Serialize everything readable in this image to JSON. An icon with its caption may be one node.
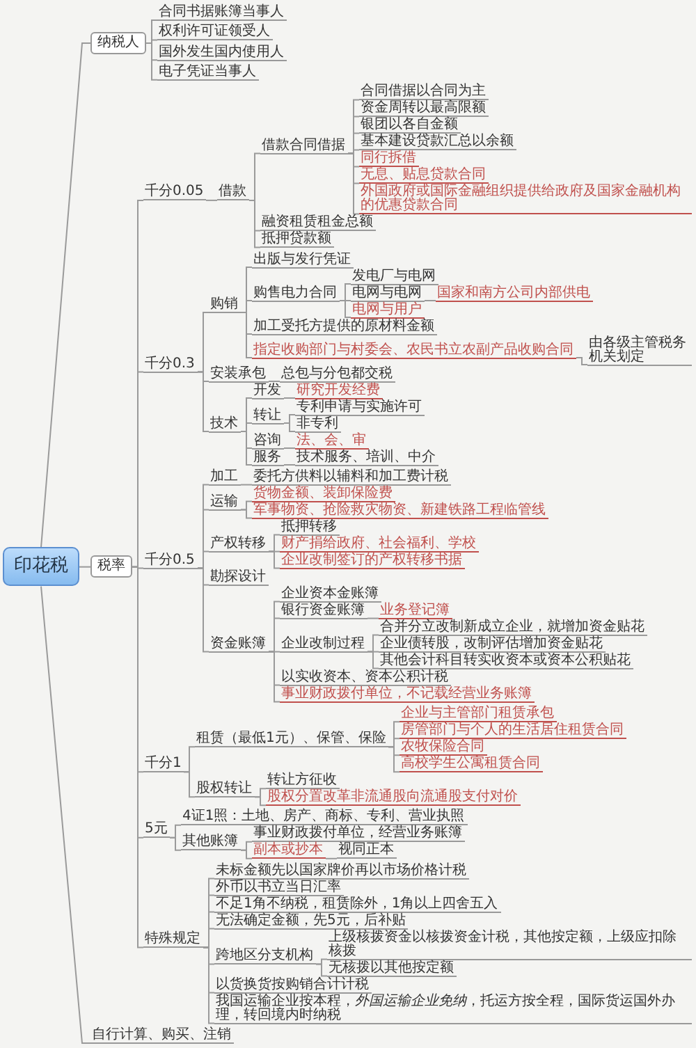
{
  "diagram": {
    "nodes": [
      {
        "text": [
          "印花税"
        ]
      },
      {
        "text": [
          "纳税人"
        ]
      },
      {
        "text": [
          "合同书据账簿当事人"
        ]
      },
      {
        "text": [
          "权利许可证领受人"
        ]
      },
      {
        "text": [
          "国外发生国内使用人"
        ]
      },
      {
        "text": [
          "电子凭证当事人"
        ]
      },
      {
        "text": [
          "税率"
        ]
      },
      {
        "text": [
          "千分0.05"
        ]
      },
      {
        "text": [
          "借款"
        ]
      },
      {
        "text": [
          "借款合同借据"
        ]
      },
      {
        "text": [
          "合同借据以合同为主"
        ]
      },
      {
        "text": [
          "资金周转以最高限额"
        ]
      },
      {
        "text": [
          "银团以各自金额"
        ]
      },
      {
        "text": [
          "基本建设贷款汇总以余额"
        ]
      },
      {
        "text": [
          "同行拆借"
        ]
      },
      {
        "text": [
          "无息、贴息贷款合同"
        ]
      },
      {
        "text": [
          "外国政府或国际金融组织提供给政府及国家金融机构的优惠贷款合同"
        ]
      },
      {
        "text": [
          "融资租赁租金总额"
        ]
      },
      {
        "text": [
          "抵押贷款额"
        ]
      },
      {
        "text": [
          "千分0.3"
        ]
      },
      {
        "text": [
          "购销"
        ]
      },
      {
        "text": [
          "出版与发行凭证"
        ]
      },
      {
        "text": [
          "购售电力合同"
        ]
      },
      {
        "text": [
          "发电厂与电网"
        ]
      },
      {
        "text": [
          "电网与电网"
        ]
      },
      {
        "text": [
          "国家和南方公司内部供电"
        ]
      },
      {
        "text": [
          "电网与用户"
        ]
      },
      {
        "text": [
          "加工受托方提供的原材料金额"
        ]
      },
      {
        "text": [
          "指定收购部门与村委会、农民书立农副产品收购合同"
        ]
      },
      {
        "text": [
          "由各级主管税务机关划定"
        ]
      },
      {
        "text": [
          "安装承包"
        ]
      },
      {
        "text": [
          "总包与分包都交税"
        ]
      },
      {
        "text": [
          "技术"
        ]
      },
      {
        "text": [
          "开发"
        ]
      },
      {
        "text": [
          "研究开发经费"
        ]
      },
      {
        "text": [
          "转让"
        ]
      },
      {
        "text": [
          "专利申请与实施许可"
        ]
      },
      {
        "text": [
          "非专利"
        ]
      },
      {
        "text": [
          "咨询"
        ]
      },
      {
        "text": [
          "法、会、审"
        ]
      },
      {
        "text": [
          "服务"
        ]
      },
      {
        "text": [
          "技术服务、培训、中介"
        ]
      },
      {
        "text": [
          "千分0.5"
        ]
      },
      {
        "text": [
          "加工"
        ]
      },
      {
        "text": [
          "委托方供料以辅料和加工费计税"
        ]
      },
      {
        "text": [
          "运输"
        ]
      },
      {
        "text": [
          "货物金额、装卸保险费"
        ]
      },
      {
        "text": [
          "军事物资、抢险救灾物资、新建铁路工程临管线"
        ]
      },
      {
        "text": [
          "产权转移"
        ]
      },
      {
        "text": [
          "抵押转移"
        ]
      },
      {
        "text": [
          "财产捐给政府、社会福利、学校"
        ]
      },
      {
        "text": [
          "企业改制签订的产权转移书据"
        ]
      },
      {
        "text": [
          "勘探设计"
        ]
      },
      {
        "text": [
          "资金账簿"
        ]
      },
      {
        "text": [
          "企业资本金账簿"
        ]
      },
      {
        "text": [
          "银行资金账簿"
        ]
      },
      {
        "text": [
          "业务登记簿"
        ]
      },
      {
        "text": [
          "企业改制过程"
        ]
      },
      {
        "text": [
          "合并分立改制新成立企业，就增加资金贴花"
        ]
      },
      {
        "text": [
          "企业债转股，改制评估增加资金贴花"
        ]
      },
      {
        "text": [
          "其他会计科目转实收资本或资本公积贴花"
        ]
      },
      {
        "text": [
          "以实收资本、资本公积计税"
        ]
      },
      {
        "text": [
          "事业财政拨付单位，不记载经营业务账簿"
        ]
      },
      {
        "text": [
          "千分1"
        ]
      },
      {
        "text": [
          "租赁（最低1元）、保管、保险"
        ]
      },
      {
        "text": [
          "企业与主管部门租赁承包"
        ]
      },
      {
        "text": [
          "房管部门与个人的生活居住租赁合同"
        ]
      },
      {
        "text": [
          "农牧保险合同"
        ]
      },
      {
        "text": [
          "高校学生公寓租赁合同"
        ]
      },
      {
        "text": [
          "股权转让"
        ]
      },
      {
        "text": [
          "转让方征收"
        ]
      },
      {
        "text": [
          "股权分置改革非流通股向流通股支付对价"
        ]
      },
      {
        "text": [
          "5元"
        ]
      },
      {
        "text": [
          "4证1照：土地、房产、商标、专利、营业执照"
        ]
      },
      {
        "text": [
          "其他账簿"
        ]
      },
      {
        "text": [
          "事业财政拨付单位，经营业务账簿"
        ]
      },
      {
        "text": [
          "副本或抄本"
        ]
      },
      {
        "text": [
          "视同正本"
        ]
      },
      {
        "text": [
          "特殊规定"
        ]
      },
      {
        "text": [
          "未标金额先以国家牌价再以市场价格计税"
        ]
      },
      {
        "text": [
          "外币以书立当日汇率"
        ]
      },
      {
        "text": [
          "不足1角不纳税，租赁除外，1角以上四舍五入"
        ]
      },
      {
        "text": [
          "无法确定金额，先5元，后补贴"
        ]
      },
      {
        "text": [
          "跨地区分支机构"
        ]
      },
      {
        "text": [
          "上级核拨资金以核拨资金计税，其他按定额，上级应扣除核拨"
        ]
      },
      {
        "text": [
          "无核拨以其他按定额"
        ]
      },
      {
        "text": [
          "以货换货按购销合计计税"
        ]
      },
      {
        "text": [
          "我国运输企业按本程，*外国运输企业免纳*，托运方按全程，国际货运国外办理，转回境内时纳税"
        ]
      },
      {
        "text": [
          "自行计算、购买、注销"
        ]
      }
    ],
    "edges": [
      {
        "from": 0,
        "to": 1,
        "arrow": "none"
      },
      {
        "from": 1,
        "to": 2,
        "arrow": "none"
      },
      {
        "from": 1,
        "to": 3,
        "arrow": "none"
      },
      {
        "from": 1,
        "to": 4,
        "arrow": "none"
      },
      {
        "from": 1,
        "to": 5,
        "arrow": "none"
      },
      {
        "from": 0,
        "to": 6,
        "arrow": "none"
      },
      {
        "from": 6,
        "to": 7,
        "arrow": "none"
      },
      {
        "from": 7,
        "to": 8,
        "arrow": "none"
      },
      {
        "from": 8,
        "to": 9,
        "arrow": "none"
      },
      {
        "from": 9,
        "to": 10,
        "arrow": "none"
      },
      {
        "from": 9,
        "to": 11,
        "arrow": "none"
      },
      {
        "from": 9,
        "to": 12,
        "arrow": "none"
      },
      {
        "from": 9,
        "to": 13,
        "arrow": "none"
      },
      {
        "from": 9,
        "to": 14,
        "arrow": "none"
      },
      {
        "from": 9,
        "to": 15,
        "arrow": "none"
      },
      {
        "from": 9,
        "to": 16,
        "arrow": "none"
      },
      {
        "from": 8,
        "to": 17,
        "arrow": "none"
      },
      {
        "from": 8,
        "to": 18,
        "arrow": "none"
      },
      {
        "from": 6,
        "to": 19,
        "arrow": "none"
      },
      {
        "from": 19,
        "to": 20,
        "arrow": "none"
      },
      {
        "from": 20,
        "to": 21,
        "arrow": "none"
      },
      {
        "from": 20,
        "to": 22,
        "arrow": "none"
      },
      {
        "from": 22,
        "to": 23,
        "arrow": "none"
      },
      {
        "from": 22,
        "to": 24,
        "arrow": "none"
      },
      {
        "from": 24,
        "to": 25,
        "arrow": "none"
      },
      {
        "from": 22,
        "to": 26,
        "arrow": "none"
      },
      {
        "from": 20,
        "to": 27,
        "arrow": "none"
      },
      {
        "from": 20,
        "to": 28,
        "arrow": "none"
      },
      {
        "from": 28,
        "to": 29,
        "arrow": "none"
      },
      {
        "from": 19,
        "to": 30,
        "arrow": "none"
      },
      {
        "from": 30,
        "to": 31,
        "arrow": "none"
      },
      {
        "from": 19,
        "to": 32,
        "arrow": "none"
      },
      {
        "from": 32,
        "to": 33,
        "arrow": "none"
      },
      {
        "from": 33,
        "to": 34,
        "arrow": "none"
      },
      {
        "from": 32,
        "to": 35,
        "arrow": "none"
      },
      {
        "from": 35,
        "to": 36,
        "arrow": "none"
      },
      {
        "from": 35,
        "to": 37,
        "arrow": "none"
      },
      {
        "from": 32,
        "to": 38,
        "arrow": "none"
      },
      {
        "from": 38,
        "to": 39,
        "arrow": "none"
      },
      {
        "from": 32,
        "to": 40,
        "arrow": "none"
      },
      {
        "from": 40,
        "to": 41,
        "arrow": "none"
      },
      {
        "from": 6,
        "to": 42,
        "arrow": "none"
      },
      {
        "from": 42,
        "to": 43,
        "arrow": "none"
      },
      {
        "from": 43,
        "to": 44,
        "arrow": "none"
      },
      {
        "from": 42,
        "to": 45,
        "arrow": "none"
      },
      {
        "from": 45,
        "to": 46,
        "arrow": "none"
      },
      {
        "from": 45,
        "to": 47,
        "arrow": "none"
      },
      {
        "from": 42,
        "to": 48,
        "arrow": "none"
      },
      {
        "from": 48,
        "to": 49,
        "arrow": "none"
      },
      {
        "from": 48,
        "to": 50,
        "arrow": "none"
      },
      {
        "from": 48,
        "to": 51,
        "arrow": "none"
      },
      {
        "from": 42,
        "to": 52,
        "arrow": "none"
      },
      {
        "from": 42,
        "to": 53,
        "arrow": "none"
      },
      {
        "from": 53,
        "to": 54,
        "arrow": "none"
      },
      {
        "from": 53,
        "to": 55,
        "arrow": "none"
      },
      {
        "from": 55,
        "to": 56,
        "arrow": "none"
      },
      {
        "from": 53,
        "to": 57,
        "arrow": "none"
      },
      {
        "from": 57,
        "to": 58,
        "arrow": "none"
      },
      {
        "from": 57,
        "to": 59,
        "arrow": "none"
      },
      {
        "from": 57,
        "to": 60,
        "arrow": "none"
      },
      {
        "from": 53,
        "to": 61,
        "arrow": "none"
      },
      {
        "from": 53,
        "to": 62,
        "arrow": "none"
      },
      {
        "from": 6,
        "to": 63,
        "arrow": "none"
      },
      {
        "from": 63,
        "to": 64,
        "arrow": "none"
      },
      {
        "from": 64,
        "to": 65,
        "arrow": "none"
      },
      {
        "from": 64,
        "to": 66,
        "arrow": "none"
      },
      {
        "from": 64,
        "to": 67,
        "arrow": "none"
      },
      {
        "from": 64,
        "to": 68,
        "arrow": "none"
      },
      {
        "from": 63,
        "to": 69,
        "arrow": "none"
      },
      {
        "from": 69,
        "to": 70,
        "arrow": "none"
      },
      {
        "from": 69,
        "to": 71,
        "arrow": "none"
      },
      {
        "from": 6,
        "to": 72,
        "arrow": "none"
      },
      {
        "from": 72,
        "to": 73,
        "arrow": "none"
      },
      {
        "from": 72,
        "to": 74,
        "arrow": "none"
      },
      {
        "from": 74,
        "to": 75,
        "arrow": "none"
      },
      {
        "from": 74,
        "to": 76,
        "arrow": "none"
      },
      {
        "from": 76,
        "to": 77,
        "arrow": "none"
      },
      {
        "from": 6,
        "to": 78,
        "arrow": "none"
      },
      {
        "from": 78,
        "to": 79,
        "arrow": "none"
      },
      {
        "from": 78,
        "to": 80,
        "arrow": "none"
      },
      {
        "from": 78,
        "to": 81,
        "arrow": "none"
      },
      {
        "from": 78,
        "to": 82,
        "arrow": "none"
      },
      {
        "from": 78,
        "to": 83,
        "arrow": "none"
      },
      {
        "from": 83,
        "to": 84,
        "arrow": "none"
      },
      {
        "from": 83,
        "to": 85,
        "arrow": "none"
      },
      {
        "from": 78,
        "to": 86,
        "arrow": "none"
      },
      {
        "from": 78,
        "to": 87,
        "arrow": "none"
      },
      {
        "from": 0,
        "to": 88,
        "arrow": "none"
      }
    ]
  }
}
